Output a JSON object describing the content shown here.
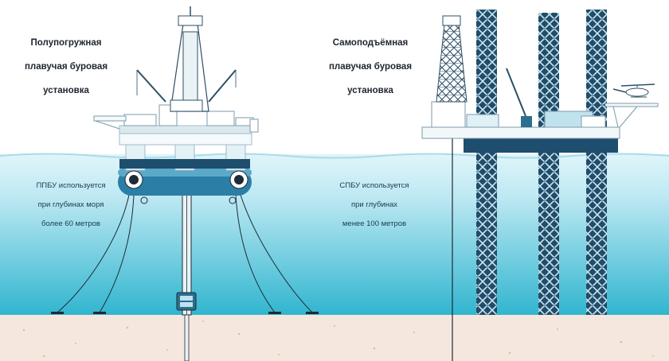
{
  "semi_sub": {
    "title_lines": [
      "Полупогружная",
      "плавучая  буровая",
      "установка"
    ],
    "note_lines": [
      "ППБУ используется",
      "при глубинах моря",
      "более 60 метров"
    ]
  },
  "jackup": {
    "title_lines": [
      "Самоподъёмная",
      "плавучая буровая",
      "установка"
    ],
    "note_lines": [
      "СПБУ используется",
      "при глубинах",
      "менее 100 метров"
    ]
  },
  "colors": {
    "sea_top": "#d7f2f9",
    "sea_bottom": "#2fb6cf",
    "seabed": "#f5e6dd",
    "structure_dark": "#1e4e6e",
    "structure_light": "#e9f3f6",
    "pontoon": "#2a7fa6"
  },
  "icons": [
    "helicopter-icon",
    "lattice-tower-icon",
    "anchor-icon",
    "blowout-preventer-icon"
  ]
}
